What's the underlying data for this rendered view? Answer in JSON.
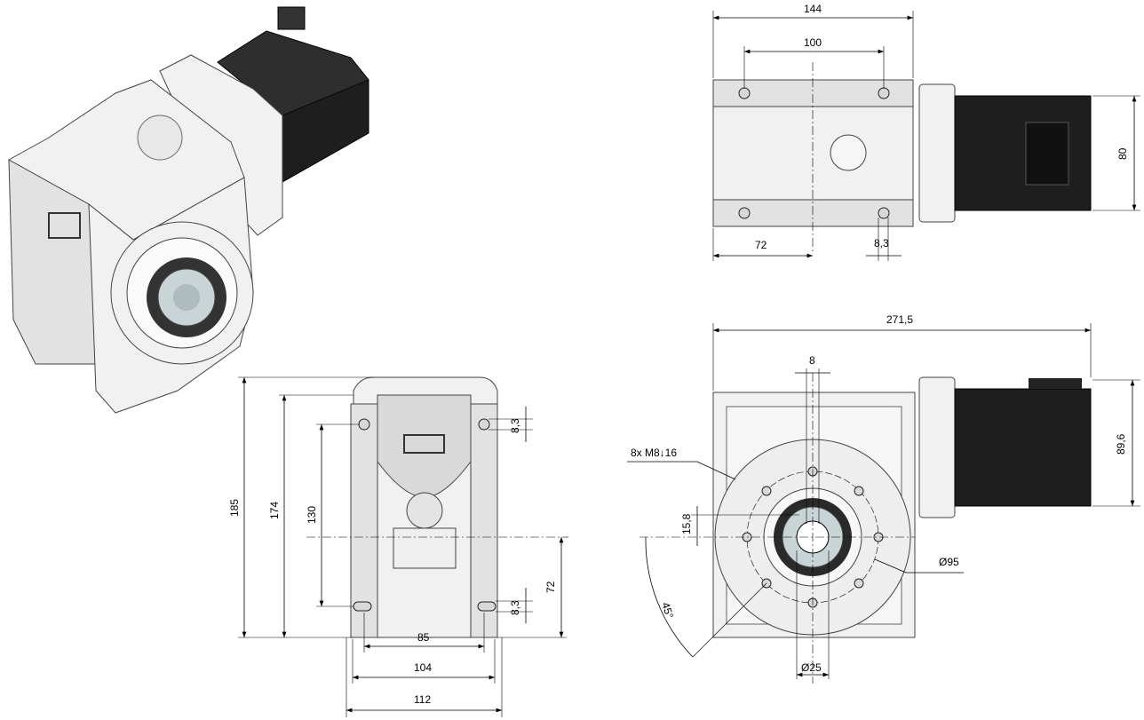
{
  "drawing": {
    "top_view": {
      "width_144": "144",
      "hole_spacing_100": "100",
      "motor_height_80": "80",
      "offset_72": "72",
      "hole_8_3": "8,3"
    },
    "front_view": {
      "length_271_5": "271,5",
      "key_8": "8",
      "thread_note": "8x M8↓16",
      "key_depth_15_8": "15,8",
      "bolt_circle": "Ø95",
      "angle": "45°",
      "bore": "Ø25",
      "motor_height_89_6": "89,6"
    },
    "side_view": {
      "height_185": "185",
      "height_174": "174",
      "hole_spacing_130": "130",
      "center_height_72": "72",
      "slot_top_8_3": "8,3",
      "slot_bottom_8_3": "8,3",
      "width_85": "85",
      "width_104": "104",
      "width_112": "112"
    }
  },
  "colors": {
    "housing": "#f1f1f1",
    "motor": "#1e1e1e",
    "bore": "#c9d4d6"
  }
}
